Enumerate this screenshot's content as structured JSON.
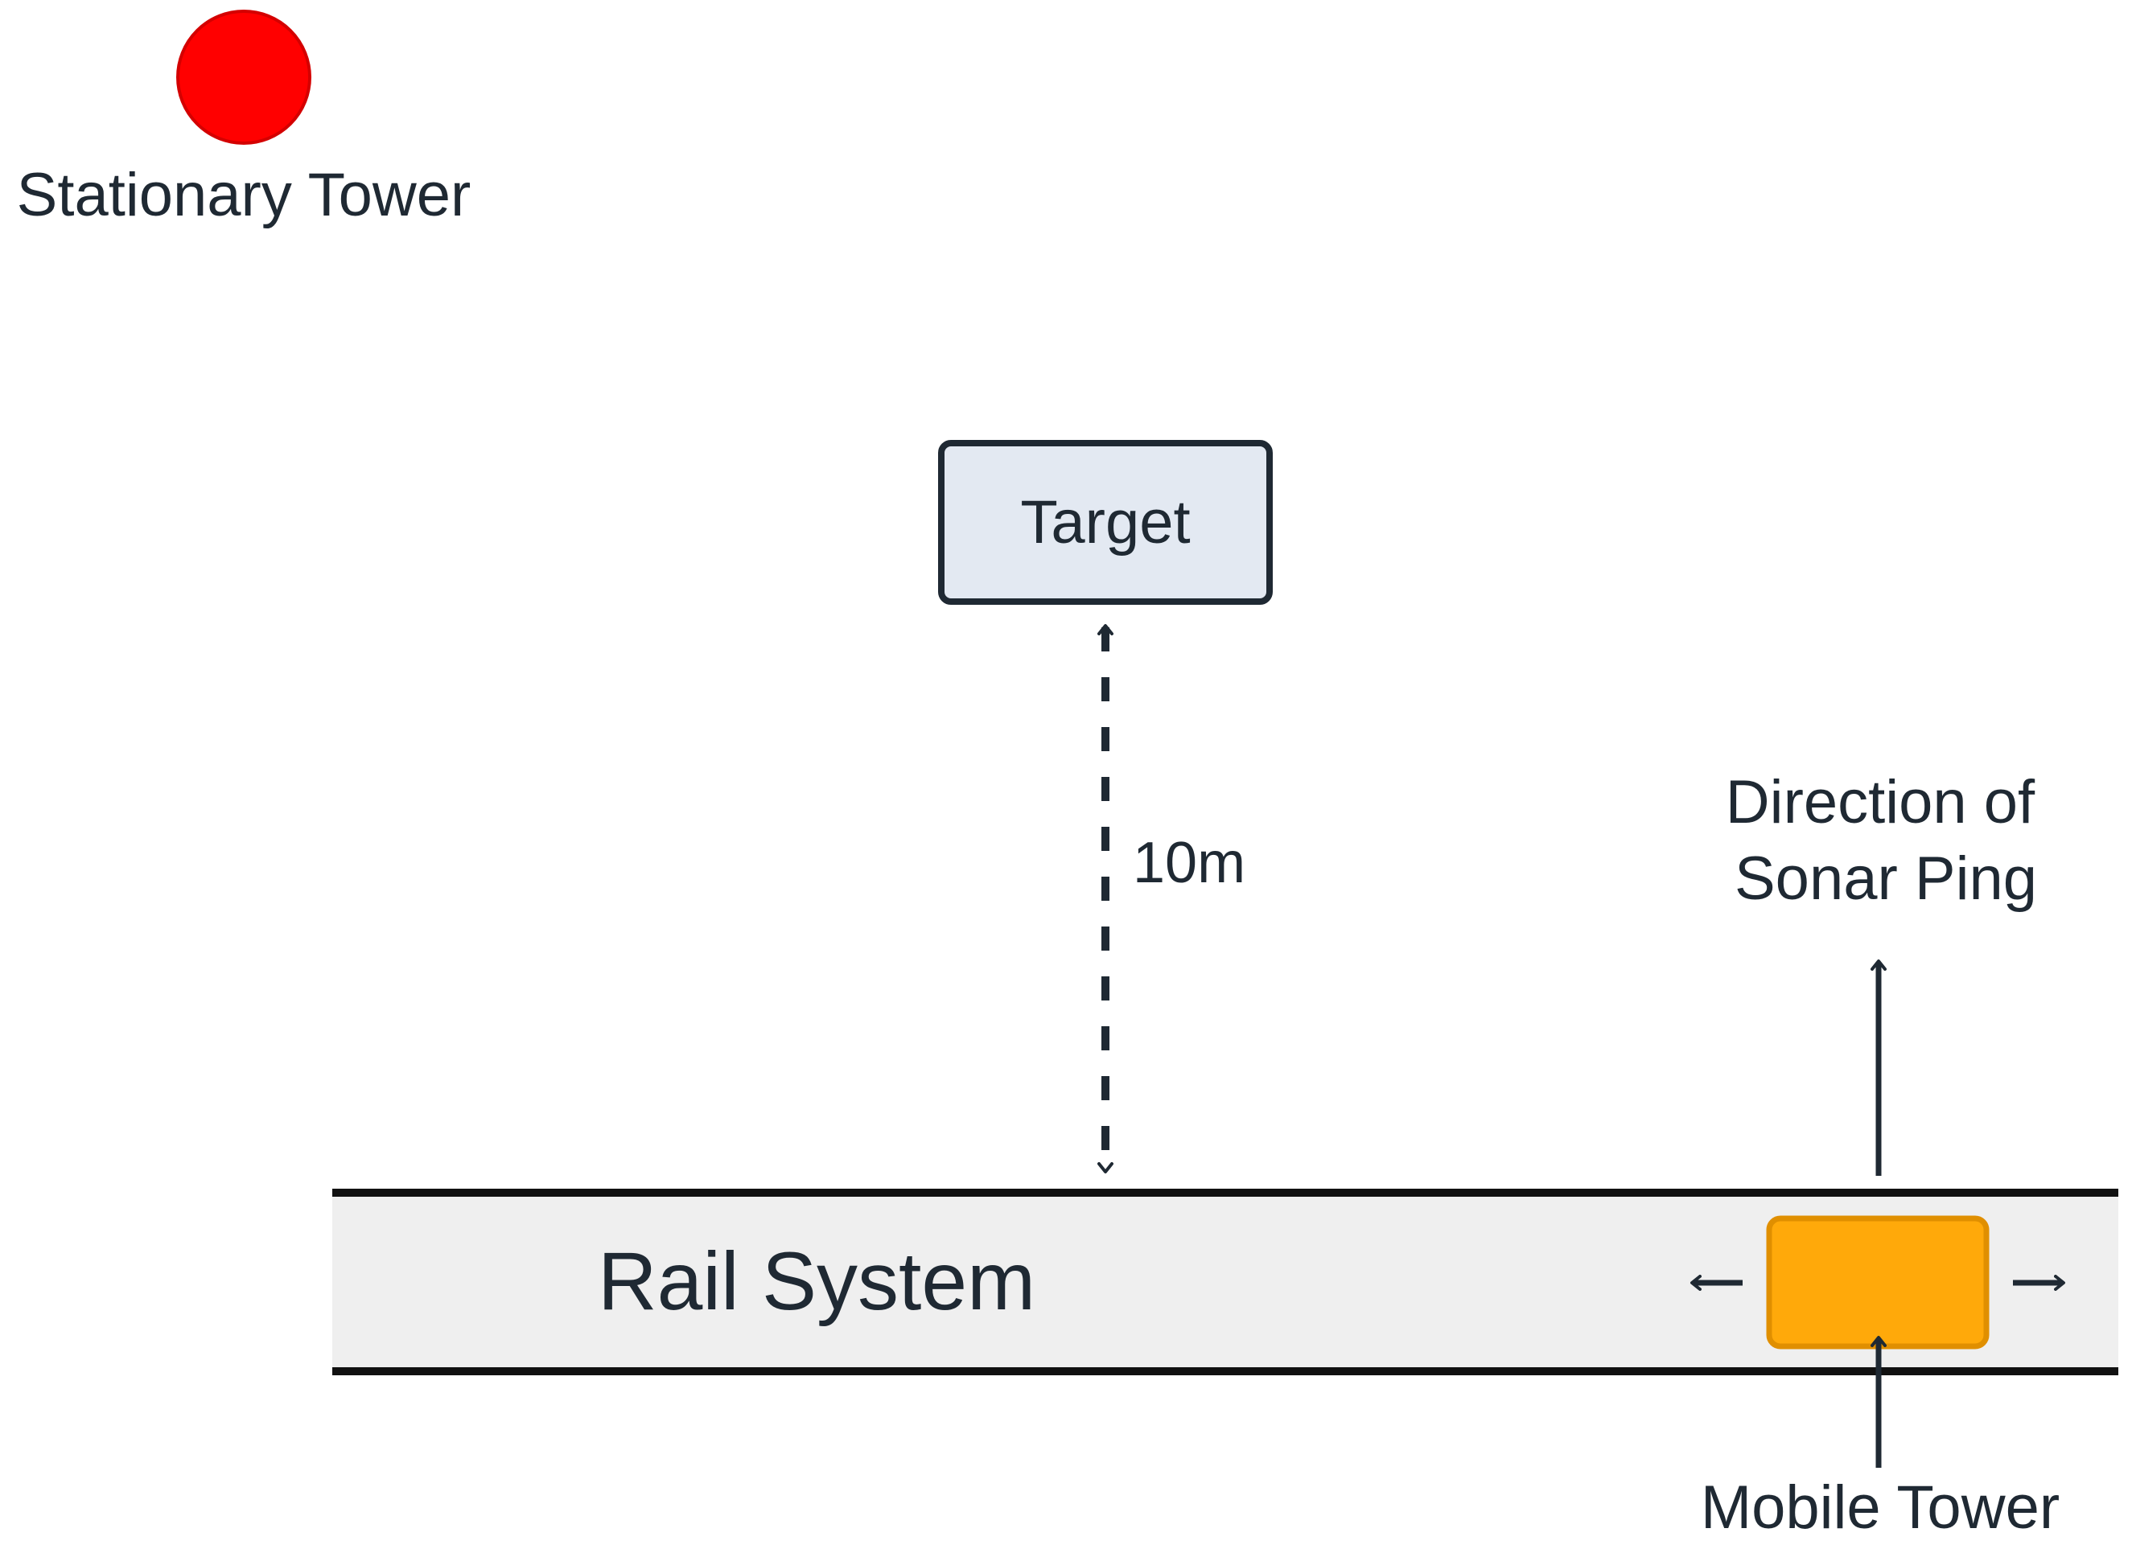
{
  "labels": {
    "stationary_tower": "Stationary Tower",
    "target": "Target",
    "distance": "10m",
    "direction_line1": "Direction of",
    "direction_line2": "Sonar Ping",
    "rail_system": "Rail System",
    "mobile_tower": "Mobile Tower"
  },
  "colors": {
    "stationary_tower": "#ff0000",
    "mobile_tower": "#ffa90a",
    "target_box": "#e3e9f2",
    "rail_band": "#efefef",
    "stroke": "#1f2933"
  }
}
